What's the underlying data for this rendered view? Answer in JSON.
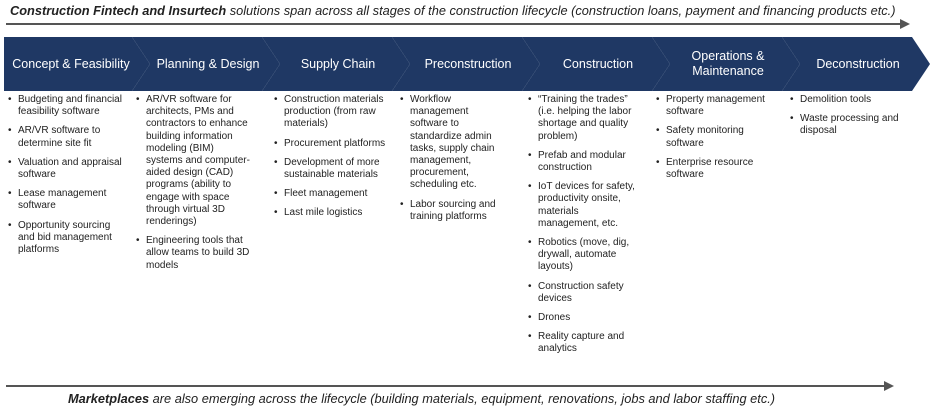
{
  "banner_top": {
    "bold": "Construction Fintech and Insurtech",
    "rest": " solutions span across all stages of the construction lifecycle (construction loans, payment and financing products etc.)"
  },
  "banner_bottom": {
    "bold": "Marketplaces",
    "rest": " are also emerging across the lifecycle (building materials, equipment, renovations, jobs and labor staffing etc.)"
  },
  "stages": [
    {
      "title": "Concept & Feasibility",
      "items": [
        "Budgeting and financial feasibility software",
        "AR/VR software to determine site fit",
        "Valuation and appraisal software",
        "Lease management software",
        "Opportunity sourcing and bid management platforms"
      ]
    },
    {
      "title": "Planning & Design",
      "items": [
        "AR/VR software for architects, PMs and contractors to enhance building information modeling (BIM) systems and computer-aided design (CAD) programs (ability to engage with space through virtual 3D renderings)",
        "Engineering tools that allow teams to build 3D models"
      ]
    },
    {
      "title": "Supply Chain",
      "items": [
        "Construction materials production (from raw materials)",
        "Procurement platforms",
        "Development of more sustainable materials",
        "Fleet management",
        "Last mile logistics"
      ]
    },
    {
      "title": "Preconstruction",
      "items": [
        "Workflow management software to standardize admin tasks, supply chain management, procurement, scheduling etc.",
        "Labor sourcing and training platforms"
      ]
    },
    {
      "title": "Construction",
      "items": [
        "“Training the trades” (i.e. helping the labor shortage and quality problem)",
        "Prefab and modular construction",
        "IoT devices for safety, productivity onsite, materials management, etc.",
        "Robotics (move, dig, drywall, automate layouts)",
        "Construction safety devices",
        "Drones",
        "Reality capture and analytics"
      ]
    },
    {
      "title": "Operations & Maintenance",
      "items": [
        "Property management software",
        "Safety monitoring software",
        "Enterprise resource software"
      ]
    },
    {
      "title": "Deconstruction",
      "items": [
        "Demolition tools",
        "Waste processing and disposal"
      ]
    }
  ]
}
